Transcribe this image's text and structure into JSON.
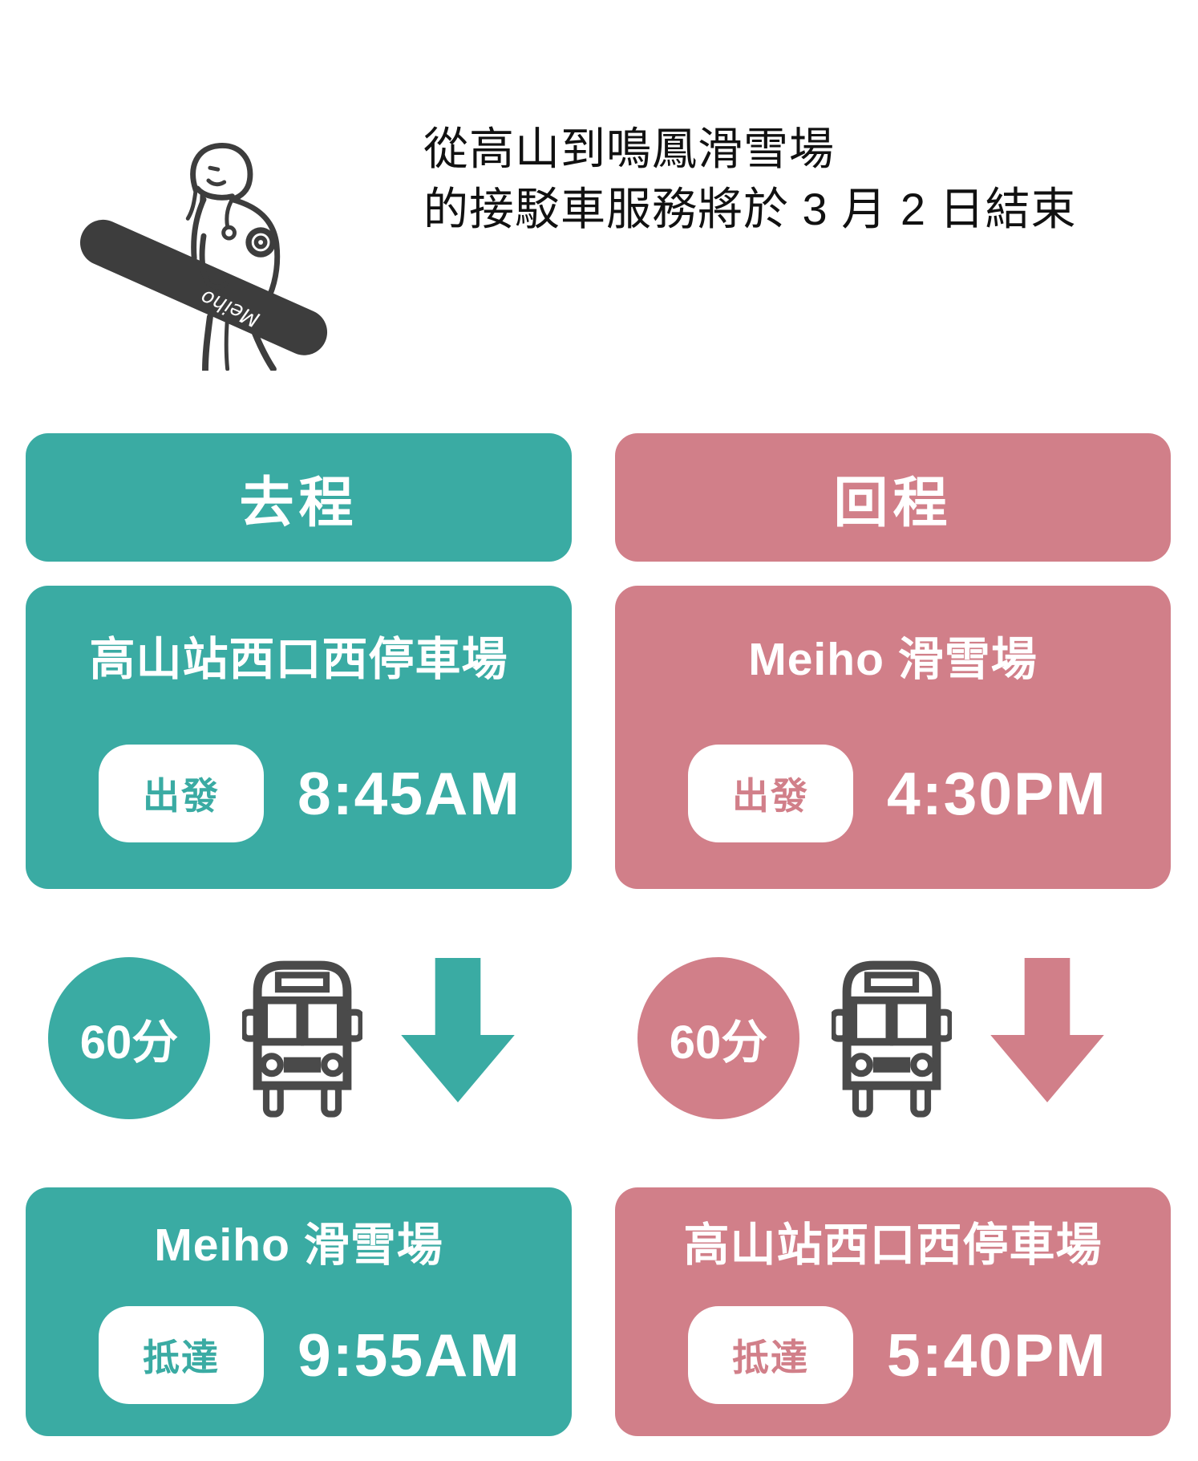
{
  "title": {
    "line1": "從高山到鳴鳳滑雪場",
    "line2": "的接駁車服務將於 3 月 2 日結束"
  },
  "illustration": {
    "description": "snowboarder carrying a snowboard",
    "board_text": "Meiho"
  },
  "colors": {
    "teal": "#3AABA3",
    "pink": "#D17F89",
    "icon_gray": "#4A4A4A",
    "title_text": "#111111"
  },
  "outbound": {
    "header": "去程",
    "origin": {
      "name": "高山站西口西停車場",
      "tag": "出發",
      "time": "8:45AM"
    },
    "duration": "60分",
    "destination": {
      "name": "Meiho 滑雪場",
      "tag": "抵達",
      "time": "9:55AM"
    }
  },
  "inbound": {
    "header": "回程",
    "origin": {
      "name": "Meiho 滑雪場",
      "tag": "出發",
      "time": "4:30PM"
    },
    "duration": "60分",
    "destination": {
      "name": "高山站西口西停車場",
      "tag": "抵達",
      "time": "5:40PM"
    }
  }
}
